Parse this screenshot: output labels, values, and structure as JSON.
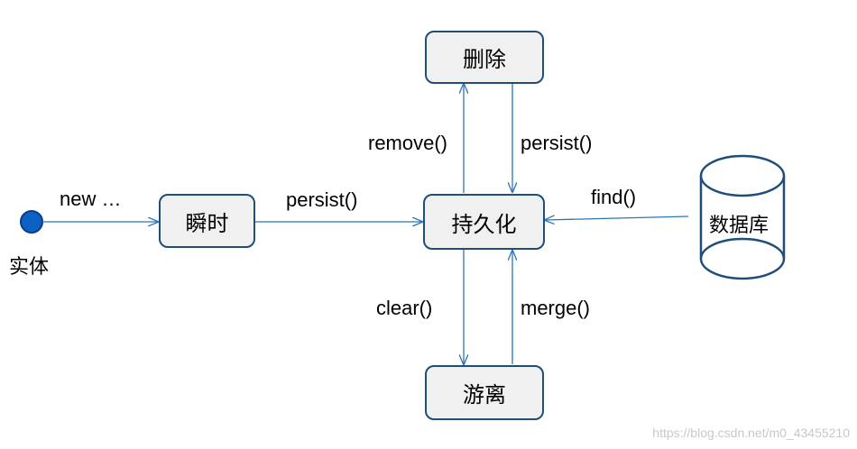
{
  "states": {
    "delete": "删除",
    "transient": "瞬时",
    "persistent": "持久化",
    "detached": "游离"
  },
  "entity_label": "实体",
  "database_label": "数据库",
  "transitions": {
    "new": "new …",
    "persist_from_transient": "persist()",
    "remove": "remove()",
    "persist_from_delete": "persist()",
    "find": "find()",
    "clear": "clear()",
    "merge": "merge()"
  },
  "watermark": "https://blog.csdn.net/m0_43455210",
  "colors": {
    "border": "#1f4e79",
    "arrow": "#2e75b6",
    "entity_dot": "#0b62c4",
    "box_fill": "#f0f0f0"
  }
}
